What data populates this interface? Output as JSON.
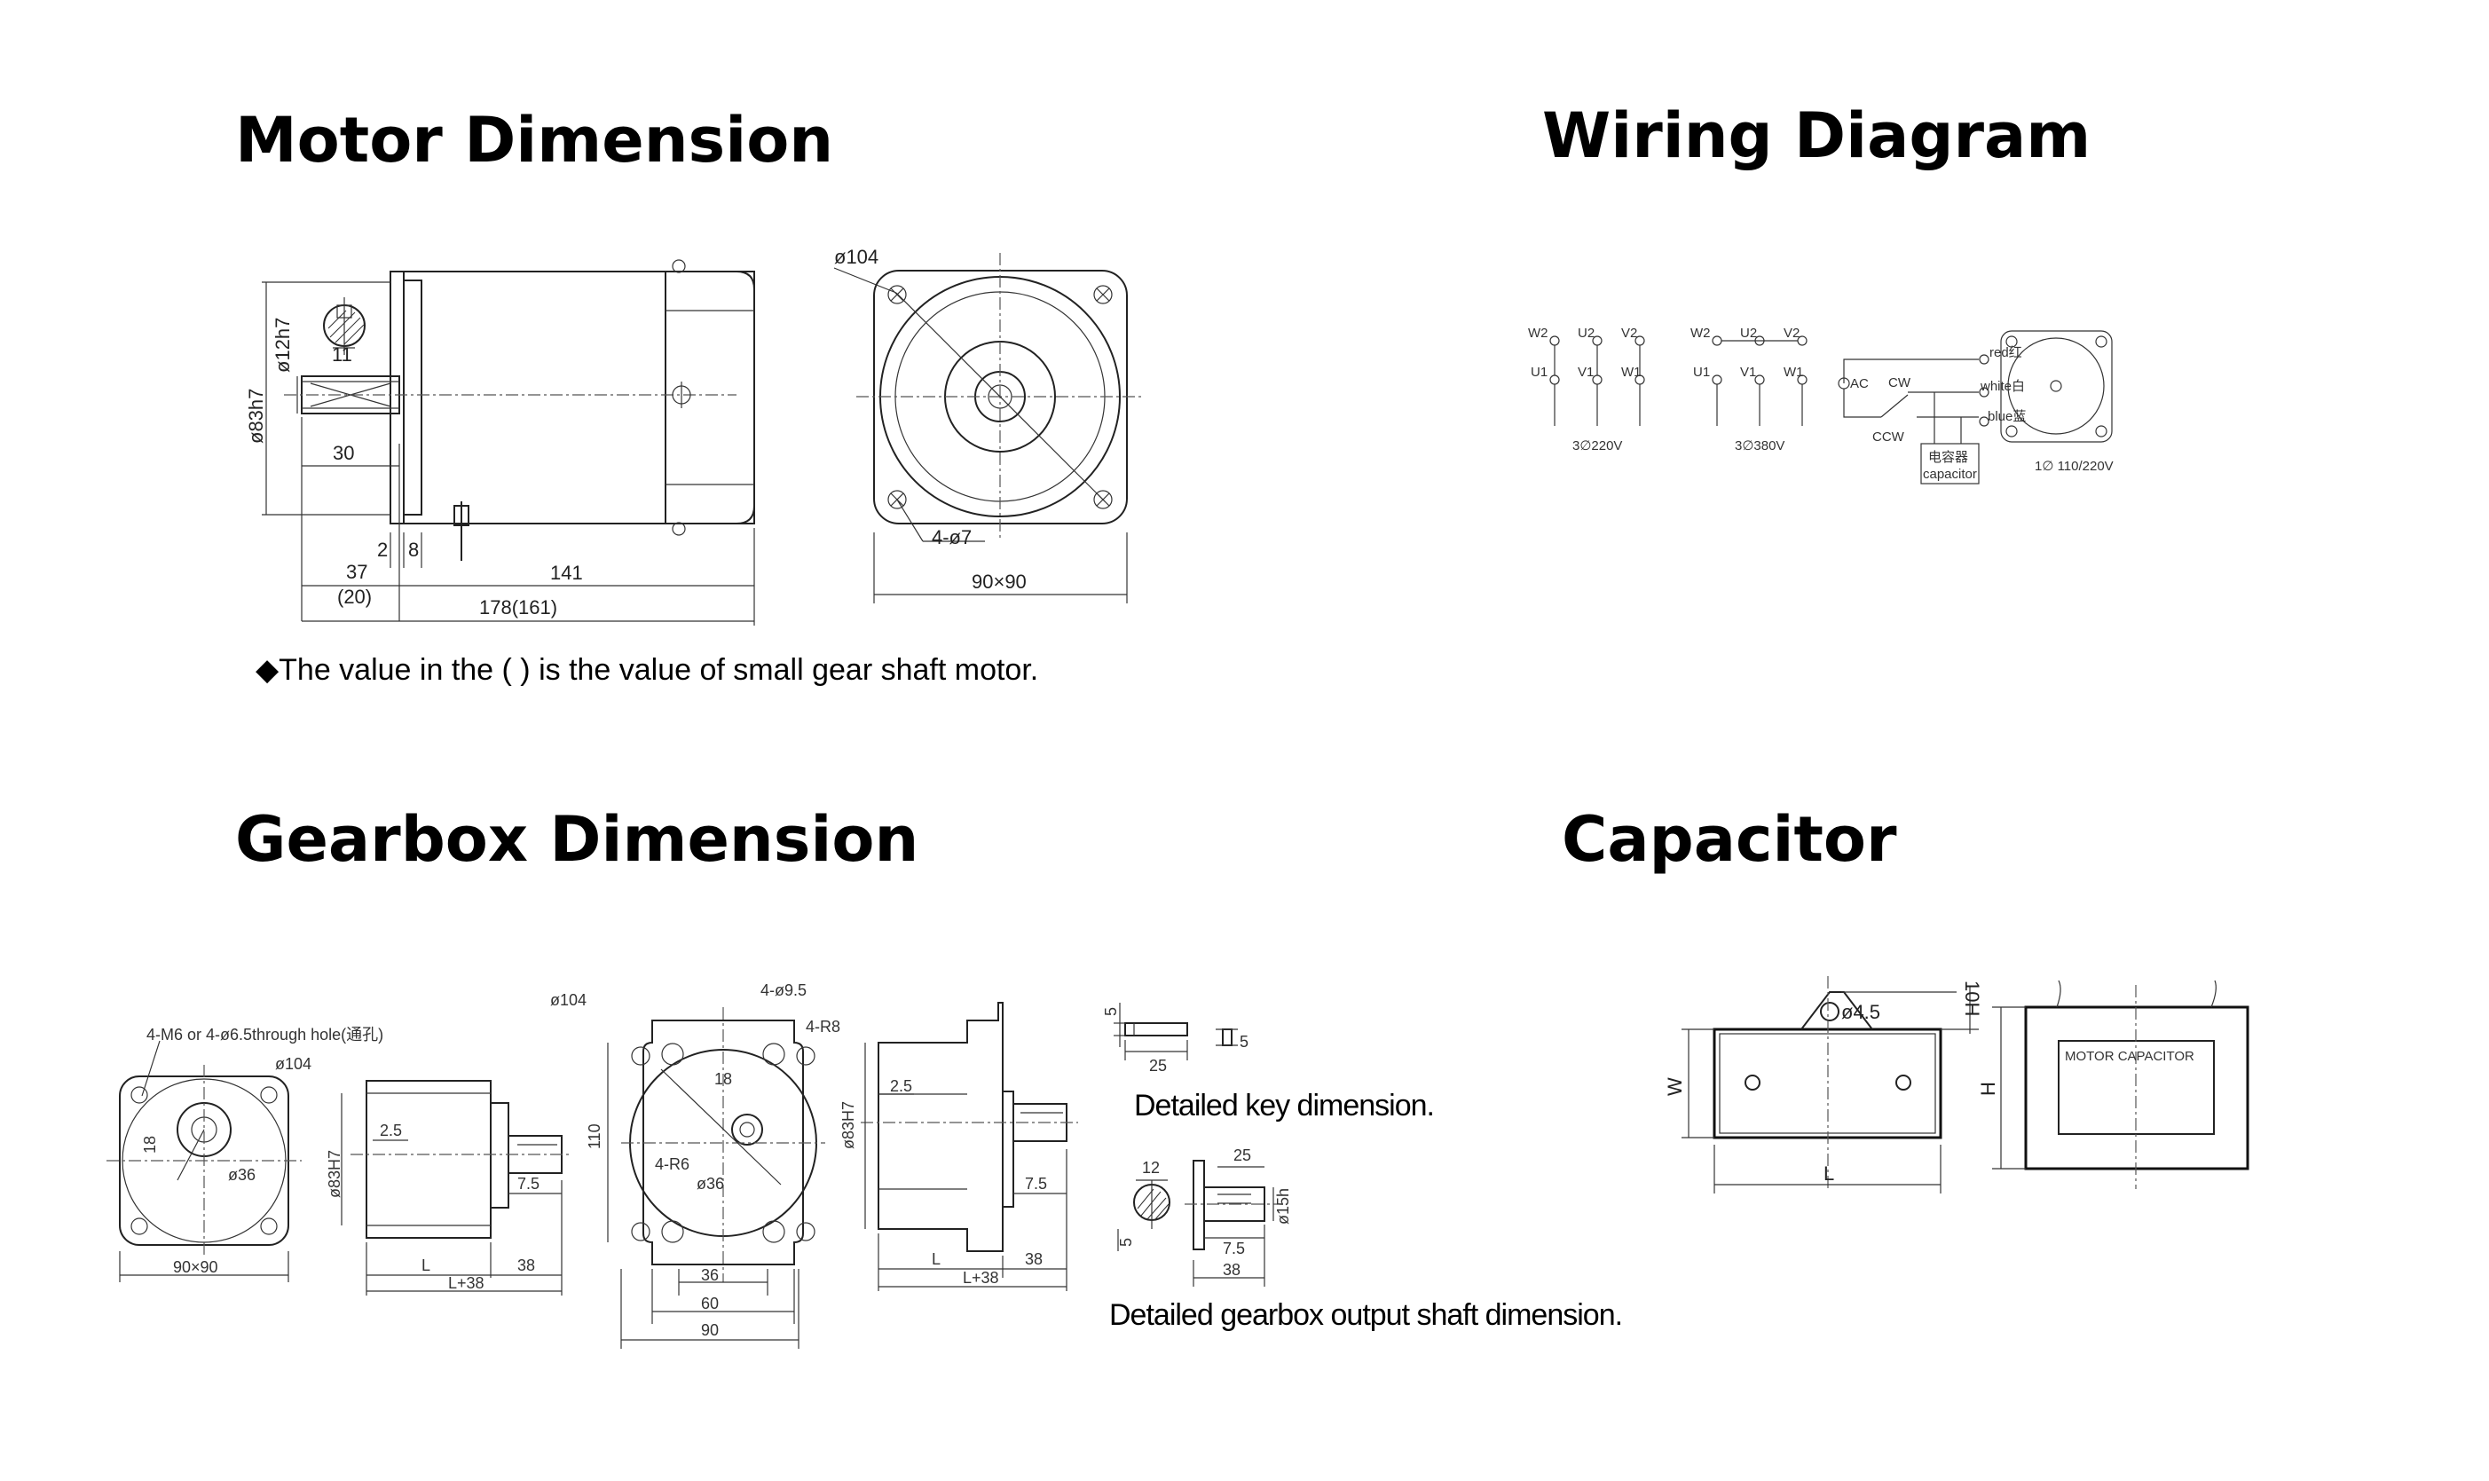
{
  "headings": {
    "motor": "Motor Dimension",
    "wiring": "Wiring Diagram",
    "gearbox": "Gearbox Dimension",
    "capacitor": "Capacitor"
  },
  "motor_dims": {
    "bore": "ø83h7",
    "shaft": "ø12h7",
    "key_width": "11",
    "shaft_len": "30",
    "d2": "2",
    "d8": "8",
    "d37": "37",
    "d20": "(20)",
    "d141": "141",
    "total": "178(161)",
    "circle": "ø104",
    "holes": "4-ø7",
    "square": "90×90"
  },
  "motor_note": "◆The value in the ( ) is the value of small gear shaft motor.",
  "wiring": {
    "w2": "W2",
    "u2": "U2",
    "v2": "V2",
    "u1": "U1",
    "v1": "V1",
    "w1": "W1",
    "label_220": "3∅220V",
    "label_380": "3∅380V",
    "ac": "AC",
    "cw": "CW",
    "ccw": "CCW",
    "cap_cn": "电容器",
    "cap_en": "capacitor",
    "red": "red红",
    "white": "white白",
    "blue": "blue蓝",
    "single": "1∅  110/220V"
  },
  "gear_dims": {
    "holes_note": "4-M6 or 4-ø6.5through hole(通孔)",
    "d104a": "ø104",
    "d18a": "18",
    "d36a": "ø36",
    "sq": "90×90",
    "d83a": "ø83H7",
    "d25a": "2.5",
    "d75a": "7.5",
    "la": "L",
    "l38a": "L+38",
    "d38a": "38",
    "d104b": "ø104",
    "d95": "4-ø9.5",
    "r8": "4-R8",
    "h110": "110",
    "d18b": "18",
    "r6": "4-R6",
    "d36b": "ø36",
    "w36": "36",
    "w60": "60",
    "w90": "90",
    "d83b": "ø83H7",
    "d25b": "2.5",
    "d75b": "7.5",
    "lb": "L",
    "l38b": "L+38",
    "d38b": "38"
  },
  "key_detail": {
    "k5a": "5",
    "k25": "25",
    "k5b": "5",
    "label": "Detailed key dimension.",
    "s12": "12",
    "s25": "25",
    "s15": "ø15h",
    "s5": "5",
    "s75": "7.5",
    "s38": "38",
    "label2": "Detailed gearbox output shaft dimension."
  },
  "capacitor": {
    "hole": "ø4.5",
    "h10": "10H",
    "w": "W",
    "l": "L",
    "h": "H",
    "name": "MOTOR CAPACITOR"
  }
}
